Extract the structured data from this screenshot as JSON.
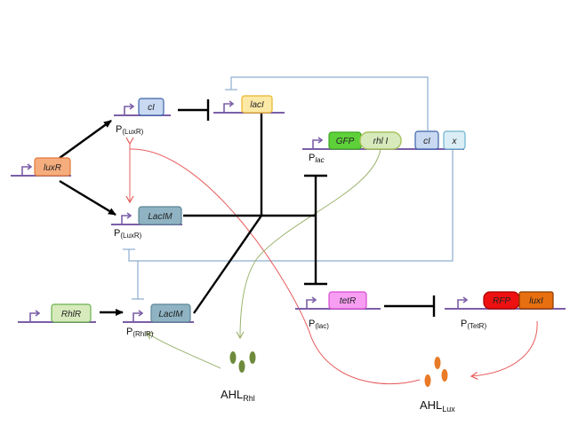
{
  "genes": {
    "luxR": "luxR",
    "cI_1": "cI",
    "lacI_1": "lacI",
    "laciM_1": "LacIM",
    "GFP": "GFP",
    "rhlI": "rhl I",
    "cI_2": "cI",
    "x": "x",
    "RhlR": "RhlR",
    "laciM_2": "LacIM",
    "tetR": "tetR",
    "RFP": "RFP",
    "luxI": "luxI"
  },
  "promoters": {
    "p1": {
      "base": "P",
      "sub": "(LuxR)"
    },
    "p2": {
      "base": "P",
      "sub": "(LuxR)"
    },
    "p3": {
      "base": "P",
      "sub": "lac"
    },
    "p4": {
      "base": "P",
      "sub": "(RhlR)"
    },
    "p5": {
      "base": "P",
      "sub": "(lac)"
    },
    "p6": {
      "base": "P",
      "sub": "(TetR)"
    }
  },
  "signals": {
    "ahl_rhl": {
      "base": "AHL",
      "sub": "Rhl"
    },
    "ahl_lux": {
      "base": "AHL",
      "sub": "Lux"
    }
  },
  "colors": {
    "dna": "#7b5ea7",
    "blue_gene": "#c9d9f2",
    "yellow_gene": "#fde9a6",
    "teal_gene": "#8fb3c2",
    "green_gene": "#5ed13a",
    "light_green_gene": "#d7eabc",
    "light_blue_gene": "#dbeef5",
    "orange_gene": "#f6ad7e",
    "magenta_gene": "#f79ef3",
    "red_gene": "#ee1111",
    "dark_orange_gene": "#e86f10",
    "repression_blue": "#8eaed0",
    "red_curve": "#e85c5c",
    "olive_curve": "#9bb46d",
    "ahl_rhl_dot": "#6e8b3d",
    "ahl_lux_dot": "#e97a28"
  }
}
